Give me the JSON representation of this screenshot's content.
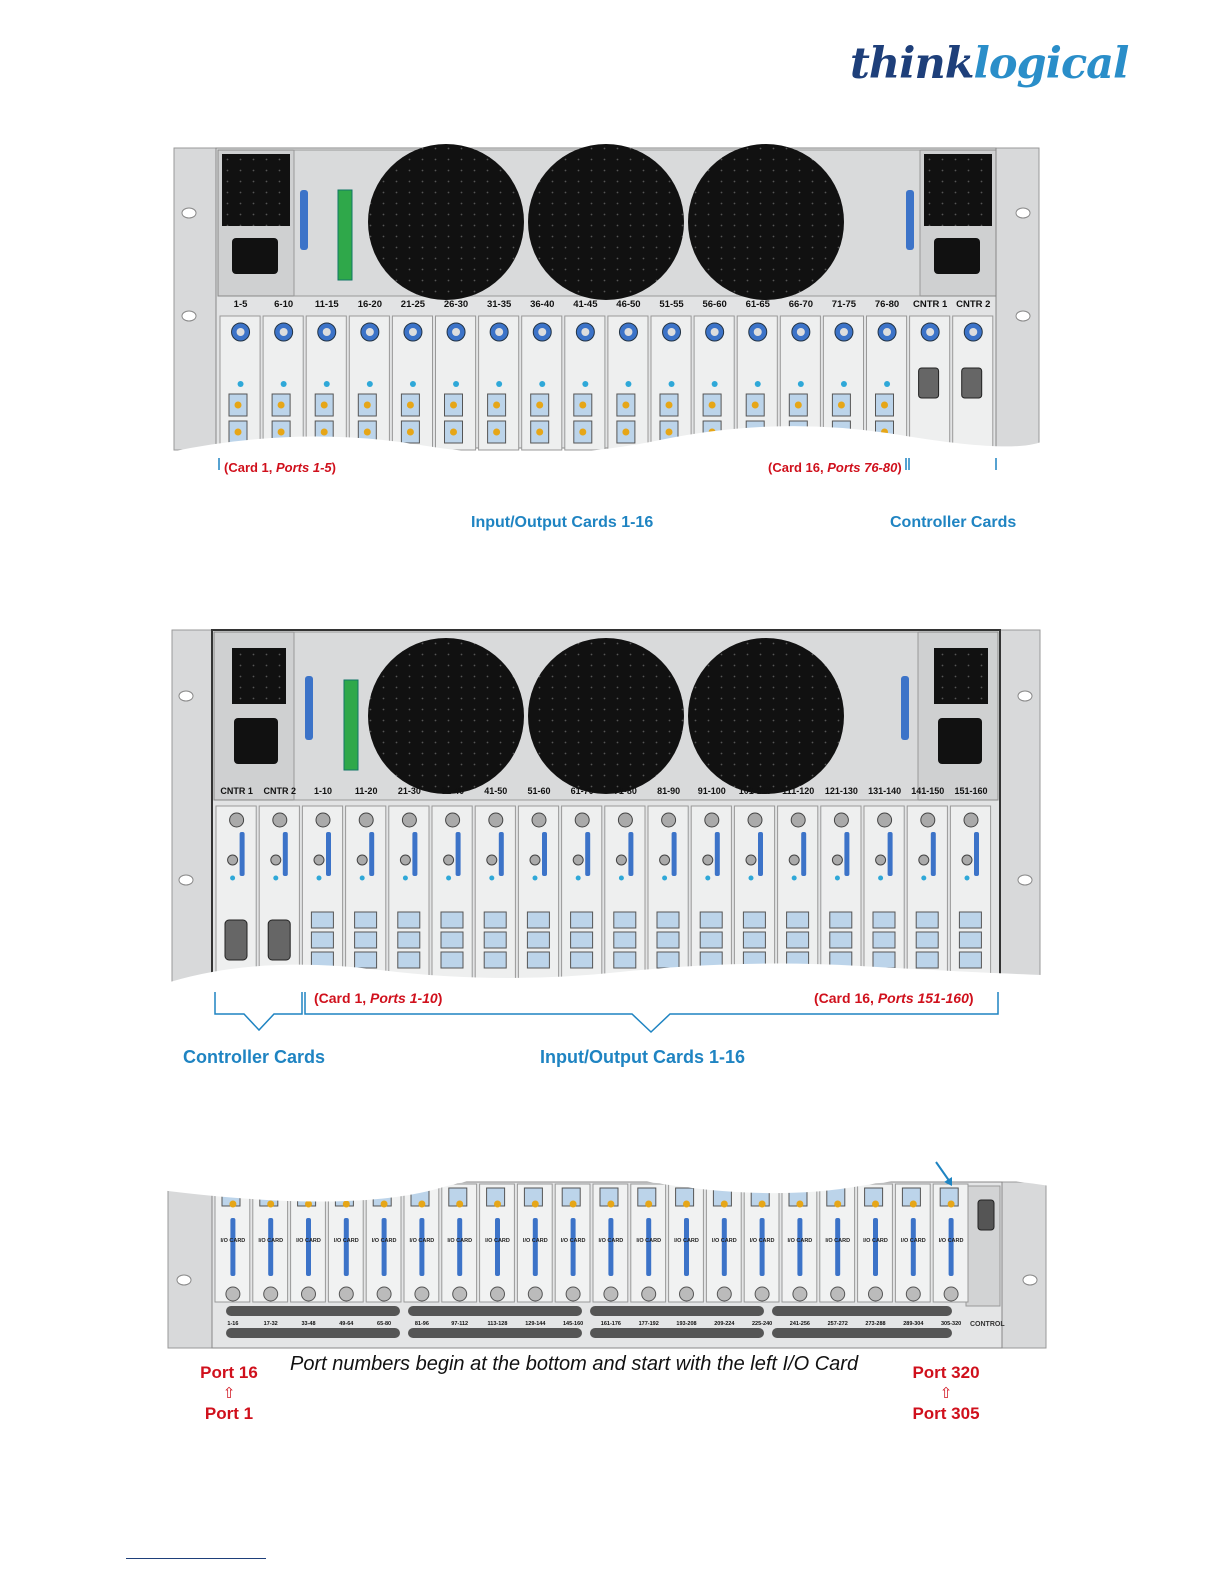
{
  "logo": {
    "part1": "think",
    "part2": "logical"
  },
  "chassis1": {
    "slot_labels": [
      "1-5",
      "6-10",
      "11-15",
      "16-20",
      "21-25",
      "26-30",
      "31-35",
      "36-40",
      "41-45",
      "46-50",
      "51-55",
      "56-60",
      "61-65",
      "66-70",
      "71-75",
      "76-80",
      "CNTR 1",
      "CNTR 2"
    ],
    "card_first": {
      "prefix": "(Card 1, ",
      "ports": "Ports 1-5",
      "suffix": ")"
    },
    "card_last": {
      "prefix": "(Card 16, ",
      "ports": "Ports 76-80",
      "suffix": ")"
    },
    "io_label": "Input/Output Cards 1-16",
    "ctrl_label": "Controller Cards"
  },
  "chassis2": {
    "slot_labels": [
      "CNTR 1",
      "CNTR 2",
      "1-10",
      "11-20",
      "21-30",
      "31-40",
      "41-50",
      "51-60",
      "61-70",
      "71-80",
      "81-90",
      "91-100",
      "101-110",
      "111-120",
      "121-130",
      "131-140",
      "141-150",
      "151-160"
    ],
    "card_first": {
      "prefix": "(Card 1, ",
      "ports": "Ports 1-10",
      "suffix": ")"
    },
    "card_last": {
      "prefix": "(Card 16, ",
      "ports": "Ports 151-160",
      "suffix": ")"
    },
    "ctrl_label": "Controller Cards",
    "io_label": "Input/Output Cards 1-16"
  },
  "chassis3": {
    "card_label": "I/O CARD",
    "slot_labels": [
      "1-16",
      "17-32",
      "33-48",
      "49-64",
      "65-80",
      "81-96",
      "97-112",
      "113-128",
      "129-144",
      "145-160",
      "161-176",
      "177-192",
      "193-208",
      "209-224",
      "225-240",
      "241-256",
      "257-272",
      "273-288",
      "289-304",
      "305-320"
    ],
    "control_label": "CONTROL",
    "caption": "Port numbers begin at the bottom and start with the left I/O Card",
    "left_top": "Port 16",
    "left_bottom": "Port 1",
    "right_top": "Port 320",
    "right_bottom": "Port 305",
    "arrow_glyph": "⇧"
  },
  "colors": {
    "red": "#d0101c",
    "blue": "#1f84c2",
    "navy": "#1e3f7a",
    "chassis": "#cfd1d3"
  }
}
